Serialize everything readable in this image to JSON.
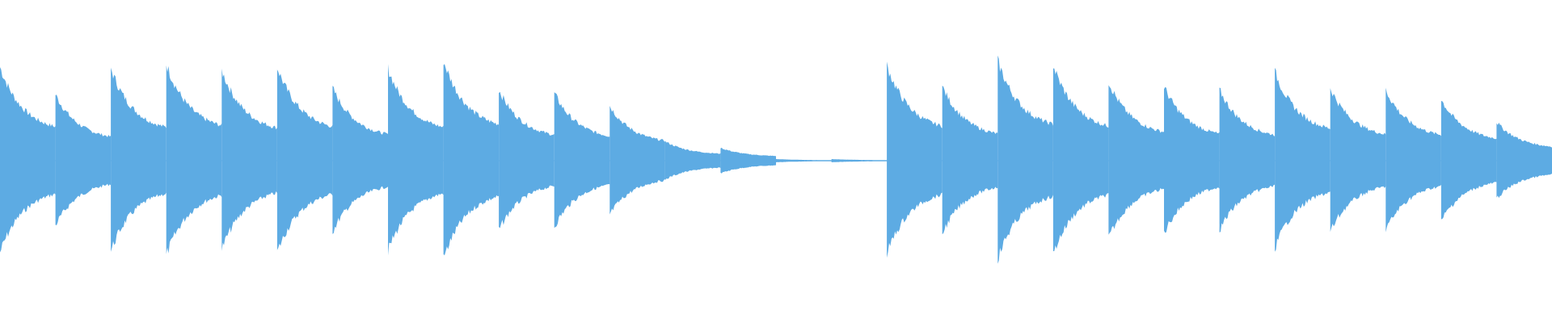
{
  "waveform": {
    "color": "#5DABE3",
    "background": "#FFFFFF",
    "bursts": [
      {
        "index": 0,
        "peak": 0.58
      },
      {
        "index": 1,
        "peak": 0.41
      },
      {
        "index": 2,
        "peak": 0.57
      },
      {
        "index": 3,
        "peak": 0.6
      },
      {
        "index": 4,
        "peak": 0.56
      },
      {
        "index": 5,
        "peak": 0.58
      },
      {
        "index": 6,
        "peak": 0.45
      },
      {
        "index": 7,
        "peak": 0.57
      },
      {
        "index": 8,
        "peak": 0.62
      },
      {
        "index": 9,
        "peak": 0.44
      },
      {
        "index": 10,
        "peak": 0.42
      },
      {
        "index": 11,
        "peak": 0.34
      },
      {
        "index": 12,
        "peak": 0.12
      },
      {
        "index": 13,
        "peak": 0.08
      },
      {
        "index": 14,
        "peak": 0.01
      },
      {
        "index": 15,
        "peak": 0.01
      },
      {
        "index": 16,
        "peak": 0.59
      },
      {
        "index": 17,
        "peak": 0.46
      },
      {
        "index": 18,
        "peak": 0.62
      },
      {
        "index": 19,
        "peak": 0.59
      },
      {
        "index": 20,
        "peak": 0.49
      },
      {
        "index": 21,
        "peak": 0.46
      },
      {
        "index": 22,
        "peak": 0.44
      },
      {
        "index": 23,
        "peak": 0.55
      },
      {
        "index": 24,
        "peak": 0.45
      },
      {
        "index": 25,
        "peak": 0.44
      },
      {
        "index": 26,
        "peak": 0.38
      },
      {
        "index": 27,
        "peak": 0.24
      }
    ]
  }
}
